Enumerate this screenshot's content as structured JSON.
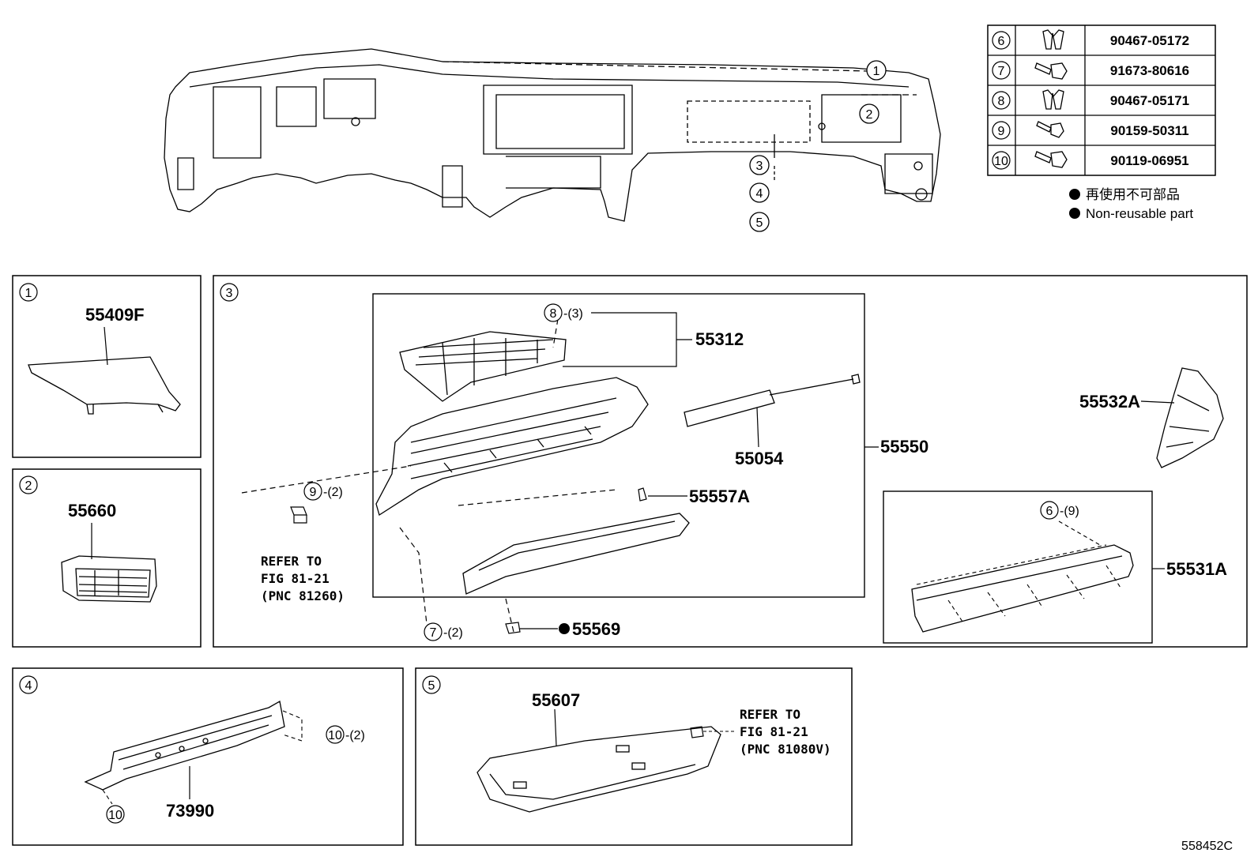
{
  "fasteners": [
    {
      "ref": "6",
      "part_no": "90467-05172",
      "icon": "clip-icon"
    },
    {
      "ref": "7",
      "part_no": "91673-80616",
      "icon": "bolt-icon"
    },
    {
      "ref": "8",
      "part_no": "90467-05171",
      "icon": "clip-icon"
    },
    {
      "ref": "9",
      "part_no": "90159-50311",
      "icon": "screw-icon"
    },
    {
      "ref": "10",
      "part_no": "90119-06951",
      "icon": "bolt-icon"
    }
  ],
  "legend": {
    "jp": "再使用不可部品",
    "en": "Non-reusable part"
  },
  "callouts": {
    "c1": "1",
    "c2": "2",
    "c3": "3",
    "c4": "4",
    "c5": "5"
  },
  "panels": {
    "p1": {
      "ref": "1",
      "part": "55409F"
    },
    "p2": {
      "ref": "2",
      "part": "55660"
    },
    "p3": {
      "ref": "3",
      "p55312": "55312",
      "p55054": "55054",
      "p55550": "55550",
      "p55557a": "55557A",
      "p55569": "55569",
      "p55532a": "55532A",
      "p55531a": "55531A",
      "r8": "8",
      "r8q": "-(3)",
      "r9": "9",
      "r9q": "-(2)",
      "r7": "7",
      "r7q": "-(2)",
      "r6": "6",
      "r6q": "-(9)",
      "refer": [
        "REFER TO",
        "FIG 81-21",
        "(PNC 81260)"
      ]
    },
    "p4": {
      "ref": "4",
      "part": "73990",
      "r10a": "10",
      "r10q": "-(2)",
      "r10b": "10"
    },
    "p5": {
      "ref": "5",
      "part": "55607",
      "refer": [
        "REFER TO",
        "FIG 81-21",
        "(PNC 81080V)"
      ]
    }
  },
  "figure_code": "558452C"
}
